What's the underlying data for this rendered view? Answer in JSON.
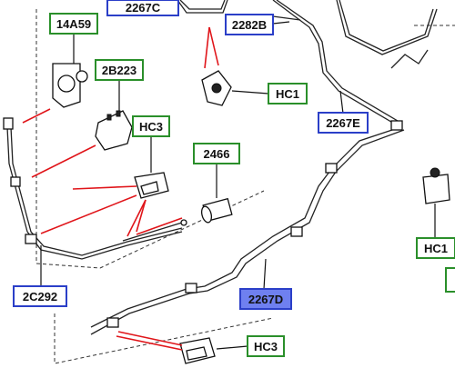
{
  "diagram": {
    "labels": {
      "top_pipe": "2267C",
      "left_top_part": "14A59",
      "left_mid_part": "2B223",
      "upper_connector": "2282B",
      "clip_top": "HC1",
      "clip_mid": "HC3",
      "pipe_right": "2267E",
      "filter": "2466",
      "clip_right": "HC1",
      "left_bottom_pipe": "2C292",
      "lower_pipe": "2267D",
      "clip_bottom": "HC3"
    },
    "colors": {
      "part_code_border": "#2a8f2a",
      "callout_border": "#2b3fc8",
      "selected_fill": "#6f80f0",
      "pointer_lines": "#e0151a",
      "line_art": "#222222"
    },
    "selected_label": "2267D"
  }
}
